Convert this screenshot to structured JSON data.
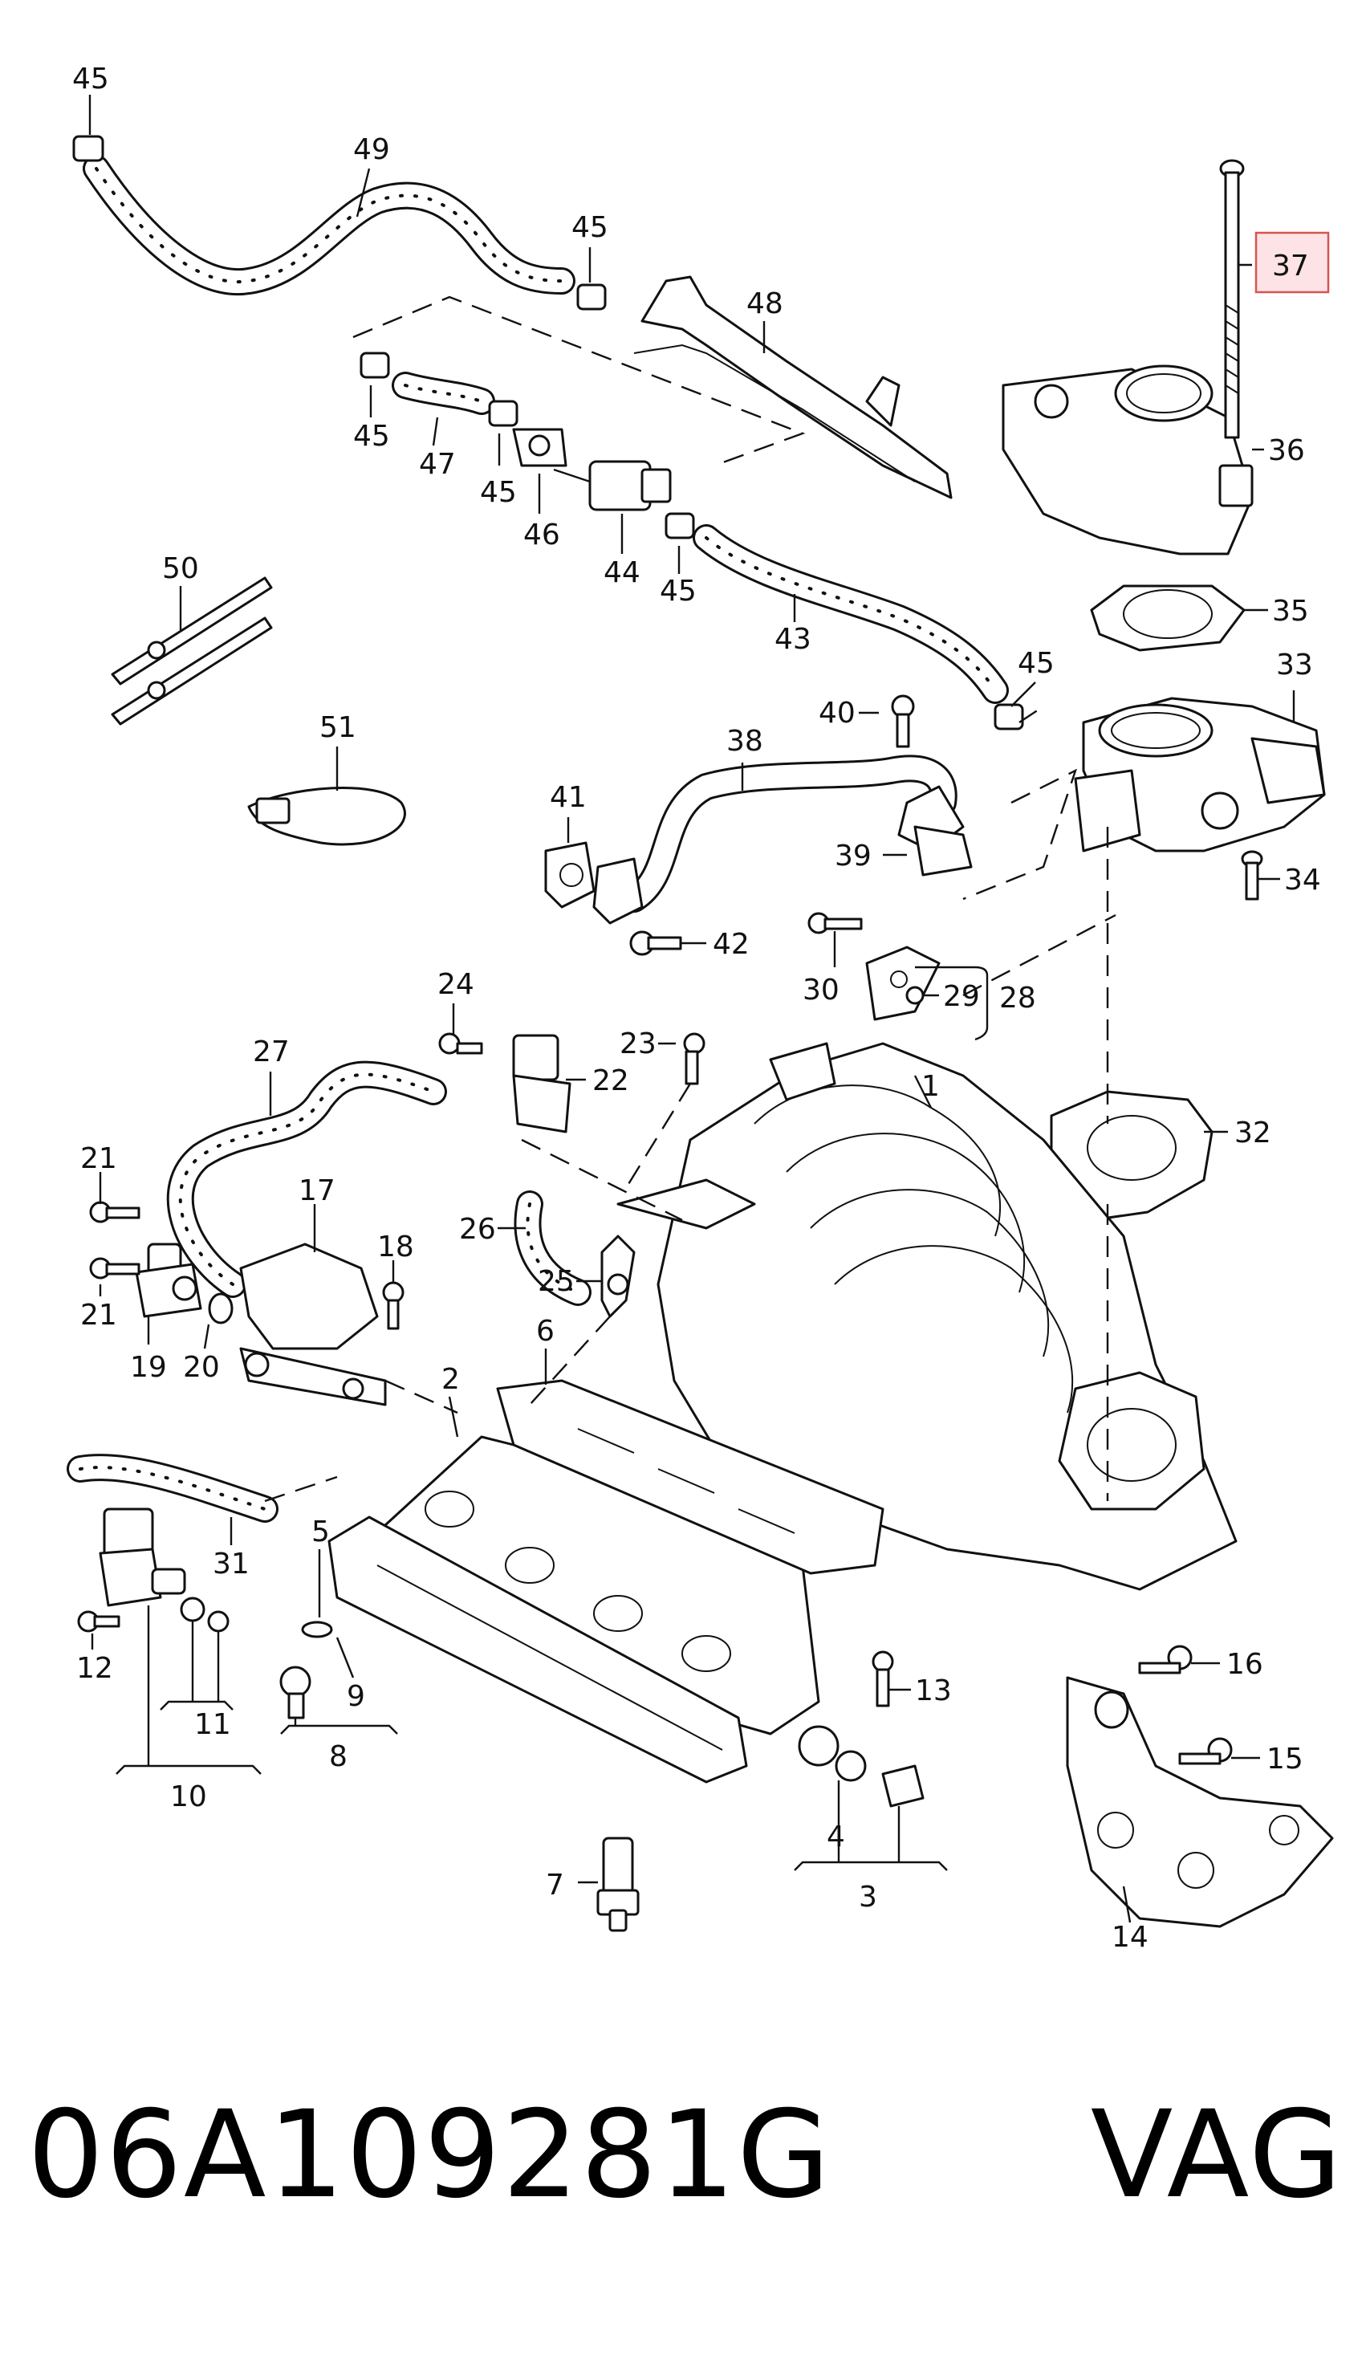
{
  "diagram": {
    "callouts": [
      "1",
      "2",
      "3",
      "4",
      "5",
      "6",
      "7",
      "8",
      "9",
      "10",
      "11",
      "12",
      "13",
      "14",
      "15",
      "16",
      "17",
      "18",
      "19",
      "20",
      "21",
      "21",
      "22",
      "23",
      "24",
      "25",
      "26",
      "27",
      "28",
      "29",
      "30",
      "31",
      "32",
      "33",
      "34",
      "35",
      "36",
      "37",
      "38",
      "39",
      "40",
      "41",
      "42",
      "43",
      "44",
      "45",
      "45",
      "45",
      "45",
      "45",
      "45",
      "46",
      "47",
      "48",
      "49",
      "50",
      "51"
    ],
    "highlighted_callout": "37",
    "highlight_fill": "#fde3e6",
    "highlight_stroke": "#d9534f",
    "line_color": "#111111"
  },
  "footer": {
    "part_number": "06A109281G",
    "brand": "VAG"
  }
}
